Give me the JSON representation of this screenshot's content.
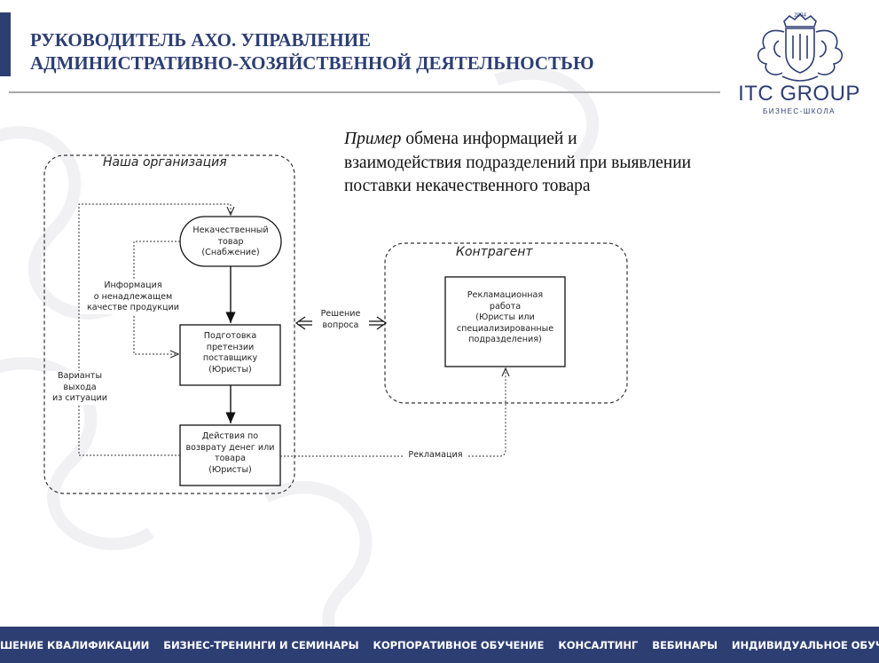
{
  "header": {
    "title_line1": "РУКОВОДИТЕЛЬ АХО. УПРАВЛЕНИЕ",
    "title_line2": "АДМИНИСТРАТИВНО-ХОЗЯЙСТВЕННОЙ ДЕЯТЕЛЬНОСТЬЮ"
  },
  "logo": {
    "year": "2004",
    "name": "ITC GROUP",
    "subtitle": "БИЗНЕС-ШКОЛА"
  },
  "caption": {
    "italic": "Пример",
    "line1_rest": " обмена информацией и",
    "line2": "взаимодействия подразделений при выявлении",
    "line3": "поставки некачественного товара"
  },
  "diagram": {
    "group_org": "Наша организация",
    "group_contr": "Контрагент",
    "node_defect": [
      "Некачественный",
      "товар",
      "(Снабжение)"
    ],
    "node_claim": [
      "Подготовка",
      "претензии",
      "поставщику",
      "(Юристы)"
    ],
    "node_actions": [
      "Действия по",
      "возврату денег или",
      "товара",
      "(Юристы)"
    ],
    "node_reclamation_work": [
      "Рекламационная",
      "работа",
      "(Юристы или",
      "специализированные",
      "подразделения)"
    ],
    "label_info": [
      "Информация",
      "о ненадлежащем",
      "качестве продукции"
    ],
    "label_variants": [
      "Варианты",
      "выхода",
      "из ситуации"
    ],
    "label_solution": [
      "Решение",
      "вопроса"
    ],
    "label_reclamation": "Рекламация"
  },
  "footer": {
    "items": [
      "ПОВЫШЕНИЕ КВАЛИФИКАЦИИ",
      "БИЗНЕС-ТРЕНИНГИ И СЕМИНАРЫ",
      "КОРПОРАТИВНОЕ ОБУЧЕНИЕ",
      "КОНСАЛТИНГ",
      "ВЕБИНАРЫ",
      "ИНДИВИДУАЛЬНОЕ ОБУЧЕНИЕ"
    ]
  },
  "colors": {
    "brand": "#2d3e73",
    "rule": "#a8a8a8"
  }
}
